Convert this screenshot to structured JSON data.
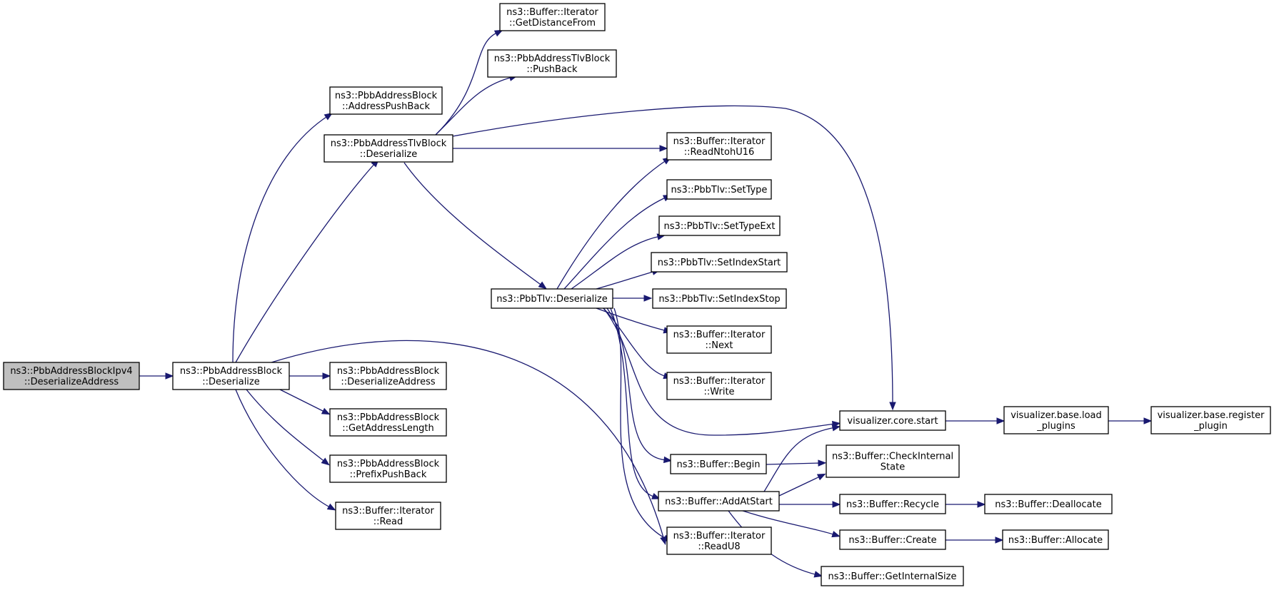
{
  "colors": {
    "edge": "#191970",
    "root_fill": "#bfbfbf",
    "node_fill": "#ffffff",
    "node_border": "#000000"
  },
  "nodes": [
    {
      "id": "n0",
      "lines": [
        "ns3::PbbAddressBlockIpv4",
        "::DeserializeAddress"
      ],
      "root": true
    },
    {
      "id": "n1",
      "lines": [
        "ns3::PbbAddressBlock",
        "::Deserialize"
      ]
    },
    {
      "id": "n2",
      "lines": [
        "ns3::PbbAddressBlock",
        "::AddressPushBack"
      ]
    },
    {
      "id": "n3",
      "lines": [
        "ns3::PbbAddressTlvBlock",
        "::Deserialize"
      ]
    },
    {
      "id": "n4",
      "lines": [
        "ns3::Buffer::Iterator",
        "::ReadU8"
      ]
    },
    {
      "id": "n5",
      "lines": [
        "ns3::PbbAddressBlock",
        "::DeserializeAddress"
      ]
    },
    {
      "id": "n6",
      "lines": [
        "ns3::PbbAddressBlock",
        "::GetAddressLength"
      ]
    },
    {
      "id": "n7",
      "lines": [
        "ns3::PbbAddressBlock",
        "::PrefixPushBack"
      ]
    },
    {
      "id": "n8",
      "lines": [
        "ns3::Buffer::Iterator",
        "::Read"
      ]
    },
    {
      "id": "n9",
      "lines": [
        "ns3::Buffer::Iterator",
        "::GetDistanceFrom"
      ]
    },
    {
      "id": "n10",
      "lines": [
        "ns3::PbbAddressTlvBlock",
        "::PushBack"
      ]
    },
    {
      "id": "n11",
      "lines": [
        "visualizer.core.start"
      ]
    },
    {
      "id": "n12",
      "lines": [
        "ns3::Buffer::Iterator",
        "::ReadNtohU16"
      ]
    },
    {
      "id": "n13",
      "lines": [
        "ns3::PbbTlv::Deserialize"
      ]
    },
    {
      "id": "n14",
      "lines": [
        "ns3::PbbTlv::SetType"
      ]
    },
    {
      "id": "n15",
      "lines": [
        "ns3::PbbTlv::SetTypeExt"
      ]
    },
    {
      "id": "n16",
      "lines": [
        "ns3::PbbTlv::SetIndexStart"
      ]
    },
    {
      "id": "n17",
      "lines": [
        "ns3::PbbTlv::SetIndexStop"
      ]
    },
    {
      "id": "n18",
      "lines": [
        "ns3::Buffer::Iterator",
        "::Next"
      ]
    },
    {
      "id": "n19",
      "lines": [
        "ns3::Buffer::Iterator",
        "::Write"
      ]
    },
    {
      "id": "n20",
      "lines": [
        "ns3::Buffer::Begin"
      ]
    },
    {
      "id": "n21",
      "lines": [
        "ns3::Buffer::AddAtStart"
      ]
    },
    {
      "id": "n22",
      "lines": [
        "visualizer.base.load",
        "_plugins"
      ]
    },
    {
      "id": "n23",
      "lines": [
        "visualizer.base.register",
        "_plugin"
      ]
    },
    {
      "id": "n24",
      "lines": [
        "ns3::Buffer::CheckInternal",
        "State"
      ]
    },
    {
      "id": "n25",
      "lines": [
        "ns3::Buffer::Recycle"
      ]
    },
    {
      "id": "n26",
      "lines": [
        "ns3::Buffer::Create"
      ]
    },
    {
      "id": "n27",
      "lines": [
        "ns3::Buffer::GetInternalSize"
      ]
    },
    {
      "id": "n28",
      "lines": [
        "ns3::Buffer::Deallocate"
      ]
    },
    {
      "id": "n29",
      "lines": [
        "ns3::Buffer::Allocate"
      ]
    }
  ],
  "edges": [
    [
      "n0",
      "n1"
    ],
    [
      "n1",
      "n2"
    ],
    [
      "n1",
      "n3"
    ],
    [
      "n1",
      "n4"
    ],
    [
      "n1",
      "n5"
    ],
    [
      "n1",
      "n6"
    ],
    [
      "n1",
      "n7"
    ],
    [
      "n1",
      "n8"
    ],
    [
      "n3",
      "n9"
    ],
    [
      "n3",
      "n10"
    ],
    [
      "n3",
      "n11"
    ],
    [
      "n3",
      "n12"
    ],
    [
      "n3",
      "n13"
    ],
    [
      "n13",
      "n12"
    ],
    [
      "n13",
      "n14"
    ],
    [
      "n13",
      "n15"
    ],
    [
      "n13",
      "n16"
    ],
    [
      "n13",
      "n17"
    ],
    [
      "n13",
      "n18"
    ],
    [
      "n13",
      "n19"
    ],
    [
      "n13",
      "n11"
    ],
    [
      "n13",
      "n20"
    ],
    [
      "n13",
      "n21"
    ],
    [
      "n13",
      "n4"
    ],
    [
      "n11",
      "n22"
    ],
    [
      "n22",
      "n23"
    ],
    [
      "n20",
      "n24"
    ],
    [
      "n21",
      "n11"
    ],
    [
      "n21",
      "n24"
    ],
    [
      "n21",
      "n25"
    ],
    [
      "n21",
      "n26"
    ],
    [
      "n21",
      "n27"
    ],
    [
      "n25",
      "n28"
    ],
    [
      "n26",
      "n29"
    ]
  ]
}
